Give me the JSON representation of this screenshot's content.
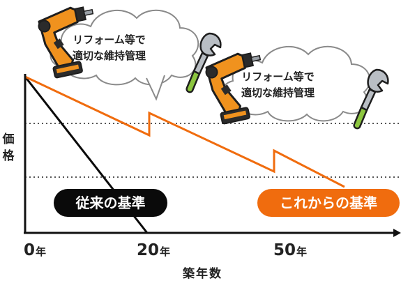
{
  "axes": {
    "y_label": [
      "価",
      "格"
    ],
    "x_title": "築年数",
    "ticks": [
      {
        "num": "0",
        "unit": "年"
      },
      {
        "num": "20",
        "unit": "年"
      },
      {
        "num": "50",
        "unit": "年"
      }
    ]
  },
  "lines": {
    "conventional": {
      "label": "従来の基準",
      "color": "#0a0a0a"
    },
    "new": {
      "label": "これからの基準",
      "color": "#f06c0e"
    }
  },
  "bubbles": [
    {
      "line1": "リフォーム等で",
      "line2": "適切な維持管理"
    },
    {
      "line1": "リフォーム等で",
      "line2": "適切な維持管理"
    }
  ],
  "colors": {
    "axis": "#111111",
    "dotted_guides": "#555555",
    "drill_body": "#f0921e",
    "drill_dark": "#2b2b2b",
    "wrench_grip": "#8cc63f",
    "wrench_metal": "#b9bec4"
  },
  "icons": [
    "power-drill-icon",
    "wrench-icon",
    "power-drill-icon",
    "wrench-icon"
  ]
}
